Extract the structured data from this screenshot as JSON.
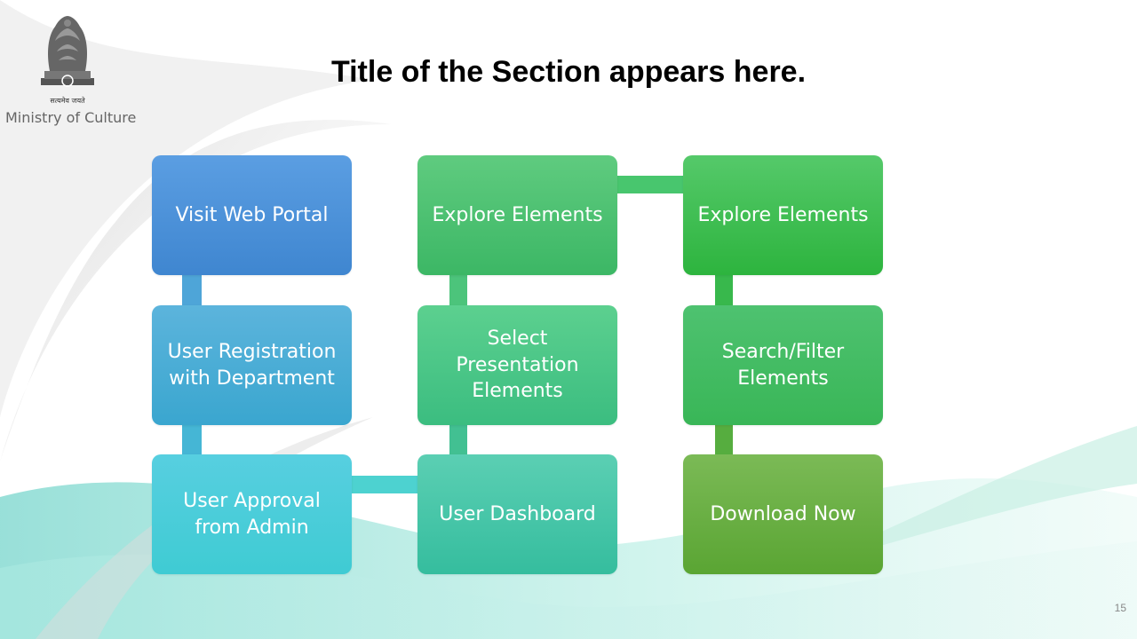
{
  "header": {
    "motto": "सत्यमेव जयते",
    "ministry": "Ministry of Culture",
    "title": "Title of the Section appears here."
  },
  "flow": {
    "column_1": {
      "visit_portal": "Visit Web Portal",
      "user_registration": "User Registration with Department",
      "user_approval": "User Approval from Admin"
    },
    "column_2": {
      "explore_elements": "Explore Elements",
      "select_elements": "Select Presentation Elements",
      "user_dashboard": "User Dashboard"
    },
    "column_3": {
      "explore_elements": "Explore Elements",
      "search_filter": "Search/Filter Elements",
      "download_now": "Download Now"
    }
  },
  "colors": {
    "blue": "#4a8fd8",
    "cyan": "#48c9d3",
    "green": "#3cb868",
    "dark_green": "#5aab3a"
  },
  "footer": {
    "page_number": "15"
  }
}
